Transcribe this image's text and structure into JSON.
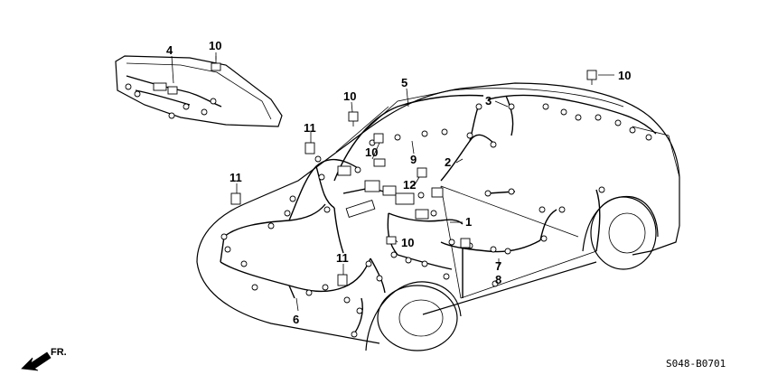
{
  "callouts": [
    "1",
    "2",
    "3",
    "4",
    "5",
    "6",
    "7",
    "8",
    "9",
    "10",
    "10",
    "10",
    "10",
    "10",
    "11",
    "11",
    "11",
    "12"
  ],
  "part_code": "S048-B0701",
  "direction_label": "FR.",
  "icons": [
    "front-direction-arrow-icon",
    "bolt-icon"
  ]
}
